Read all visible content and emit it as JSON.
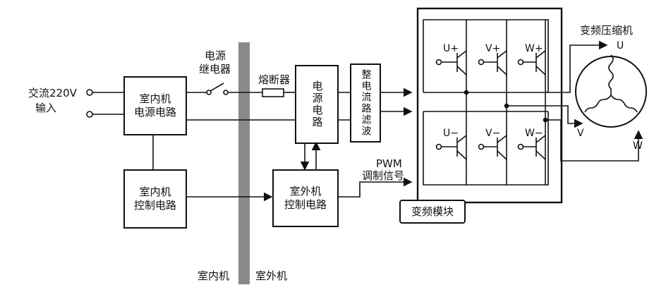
{
  "input": {
    "line1": "交流220V",
    "line2": "输入"
  },
  "relay": {
    "line1": "电源",
    "line2": "继电器"
  },
  "fuse": {
    "label": "熔断器"
  },
  "blocks": {
    "indoor_power": {
      "line1": "室内机",
      "line2": "电源电路"
    },
    "indoor_control": {
      "line1": "室内机",
      "line2": "控制电路"
    },
    "power_circuit": {
      "label": "电源电路"
    },
    "rectifier": {
      "label": "整电流路滤波"
    },
    "outdoor_control": {
      "line1": "室外机",
      "line2": "控制电路"
    }
  },
  "pwm": {
    "line1": "PWM",
    "line2": "调制信号"
  },
  "module": {
    "label": "变频模块"
  },
  "transistors": {
    "u_plus": "U+",
    "v_plus": "V+",
    "w_plus": "W+",
    "u_minus": "U−",
    "v_minus": "V−",
    "w_minus": "W−"
  },
  "compressor": {
    "title": "变频压缩机",
    "u": "U",
    "v": "V",
    "w": "W"
  },
  "bottom": {
    "indoor": "室内机",
    "outdoor": "室外机"
  },
  "colors": {
    "line": "#111111",
    "wall": "#8a8a8a"
  }
}
